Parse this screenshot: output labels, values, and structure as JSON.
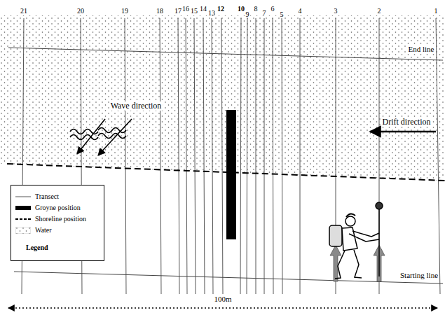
{
  "diagram": {
    "labels": [
      "21",
      "20",
      "19",
      "18",
      "17",
      "16",
      "15",
      "14",
      "13",
      "12",
      "10",
      "9",
      "8",
      "7",
      "6",
      "5",
      "4",
      "3",
      "2",
      "1",
      "End line",
      "Wave direction",
      "Drift direction",
      "Starting line",
      "100m",
      "Legend"
    ],
    "legend": [
      {
        "text": "Transect"
      },
      {
        "text": "Groyne position",
        "color": "#000000"
      },
      {
        "text": "Shoreline position"
      },
      {
        "text": "Water"
      }
    ]
  }
}
